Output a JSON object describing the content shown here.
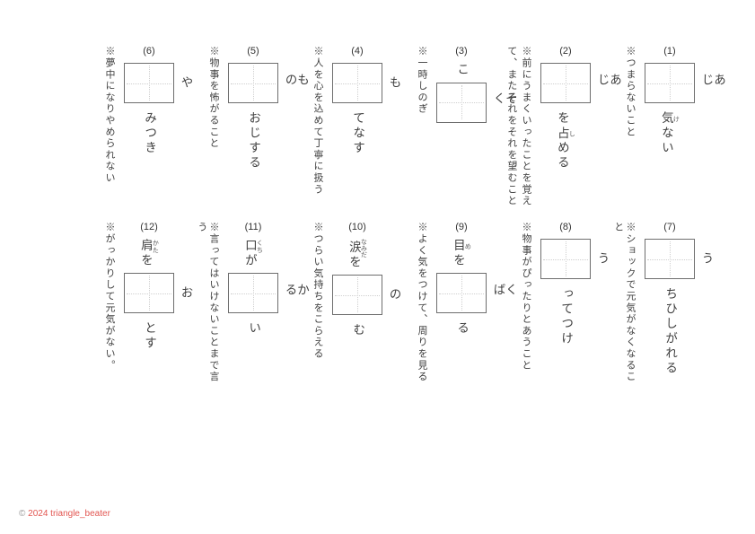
{
  "page": {
    "background": "#ffffff",
    "text_color": "#3f3f3f",
    "box_border_color": "#6e6e6e",
    "guide_line_color": "#cfcfcf"
  },
  "footer": {
    "symbol": "©",
    "text": "2024 triangle_beater",
    "color": "#e25550"
  },
  "items": [
    {
      "number": "(1)",
      "pre": [],
      "right": "あじ",
      "below": [
        {
          "t": "気",
          "r": "け"
        },
        {
          "t": "ない"
        }
      ],
      "hints": [
        "※つまらないこと"
      ]
    },
    {
      "number": "(2)",
      "pre": [],
      "right": "あじ",
      "below": [
        {
          "t": "を"
        },
        {
          "t": "占",
          "r": "し"
        },
        {
          "t": "める"
        }
      ],
      "hints": [
        "※前にうまくいったことを覚え",
        "て、またそれをそれを望むこと"
      ]
    },
    {
      "number": "(3)",
      "pre": [
        {
          "t": "こ"
        }
      ],
      "right": "そく",
      "below": [],
      "hints": [
        "※一時しのぎ"
      ]
    },
    {
      "number": "(4)",
      "pre": [],
      "right": "も",
      "below": [
        {
          "t": "てなす"
        }
      ],
      "hints": [
        "※人を心を込めて丁寧に扱う"
      ]
    },
    {
      "number": "(5)",
      "pre": [],
      "right": "もの",
      "below": [
        {
          "t": "おじする"
        }
      ],
      "hints": [
        "※物事を怖がること"
      ]
    },
    {
      "number": "(6)",
      "pre": [],
      "right": "や",
      "below": [
        {
          "t": "みつき"
        }
      ],
      "hints": [
        "※夢中になりやめられない"
      ]
    },
    {
      "number": "(7)",
      "pre": [],
      "right": "う",
      "below": [
        {
          "t": "ちひしがれる"
        }
      ],
      "hints": [
        "※ショックで元気がなくなること"
      ]
    },
    {
      "number": "(8)",
      "pre": [],
      "right": "う",
      "below": [
        {
          "t": "ってつけ"
        }
      ],
      "hints": [
        "※物事がぴったりとあうこと"
      ]
    },
    {
      "number": "(9)",
      "pre": [
        {
          "t": "目",
          "r": "め"
        },
        {
          "t": "を"
        }
      ],
      "right": "くば",
      "below": [
        {
          "t": "る"
        }
      ],
      "hints": [
        "※よく気をつけて、周りを見る"
      ]
    },
    {
      "number": "(10)",
      "pre": [
        {
          "t": "涙",
          "r": "なみだ"
        },
        {
          "t": "を"
        }
      ],
      "right": "の",
      "below": [
        {
          "t": "む"
        }
      ],
      "hints": [
        "※つらい気持ちをこらえる"
      ]
    },
    {
      "number": "(11)",
      "pre": [
        {
          "t": "口",
          "r": "くち"
        },
        {
          "t": "が"
        }
      ],
      "right": "かる",
      "below": [
        {
          "t": "い"
        }
      ],
      "hints": [
        "※言ってはいけないことまで言う"
      ]
    },
    {
      "number": "(12)",
      "pre": [
        {
          "t": "肩",
          "r": "かた"
        },
        {
          "t": "を"
        }
      ],
      "right": "お",
      "below": [
        {
          "t": "とす"
        }
      ],
      "hints": [
        "※がっかりして元気がない。"
      ]
    }
  ]
}
